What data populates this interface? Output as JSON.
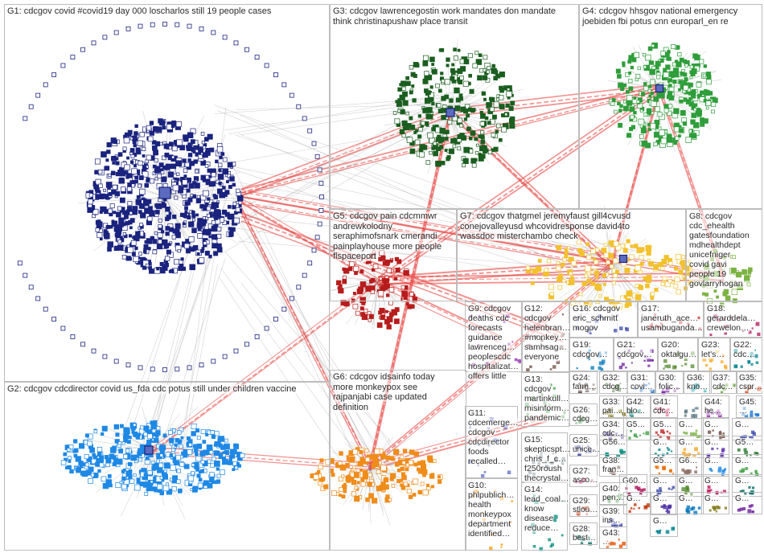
{
  "groups": [
    {
      "id": "G1",
      "label": "G1: cdcgov covid #covid19 day 000 loscharlos still 19 people cases",
      "color": "#1a237e"
    },
    {
      "id": "G2",
      "label": "G2: cdcgov cdcdirector covid us_fda cdc potus still under children vaccine",
      "color": "#1e88e5"
    },
    {
      "id": "G3",
      "label": "G3: cdcgov lawrencegostin work mandates don mandate think christinapushaw place transit",
      "color": "#1b5e20"
    },
    {
      "id": "G4",
      "label": "G4: cdcgov hhsgov national emergency joebiden fbi potus cnn europarl_en re",
      "color": "#2e9e3a"
    },
    {
      "id": "G5",
      "label": "G5: cdcgov pain cdcmmwr andrewkolodny seraphimofsnark cmerandi painplayhouse more people flspaceport",
      "color": "#b71c1c"
    },
    {
      "id": "G6",
      "label": "G6: cdcgov idsainfo today more monkeypox see rajpanjabi case updated definition",
      "color": "#ef8c1a"
    },
    {
      "id": "G7",
      "label": "G7: cdcgov thatgmel jeremyfaust gill4cvusd conejovalleyusd whcovidresponse david4to wassdoc misterchambo check",
      "color": "#f2c12e"
    },
    {
      "id": "G8",
      "label": "G8: cdcgov cdc_ehealth gatesfoundation mdhealthdept unicefniger covid gavi people 19 govlarryhogan",
      "color": "#7cb342"
    },
    {
      "id": "G9",
      "label": "G9: cdcgov deaths cdc forecasts guidance lawrenceg… peoplescdc hospitalizat… offers little",
      "color": "#8e24aa"
    },
    {
      "id": "G10",
      "label": "G10: phlpublich… health monkeypox department identified…",
      "color": "#ff9800"
    },
    {
      "id": "G11",
      "label": "G11: cdcemerge… cdcgov cdcdirector foods recalled…",
      "color": "#5c6bc0"
    },
    {
      "id": "G12",
      "label": "G12: cdcgov helenbran… #monkey… samhsag… everyone",
      "color": "#6d4c41"
    },
    {
      "id": "G13",
      "label": "G13: cdcgov martinkull… misinform… pandemic…",
      "color": "#43a047"
    },
    {
      "id": "G14",
      "label": "G14: lead_coal… know disease reduce…",
      "color": "#00897b"
    },
    {
      "id": "G15",
      "label": "G15: skepticspt… chris_f_c… f250roush thecrystal…",
      "color": "#546e7a"
    },
    {
      "id": "G16",
      "label": "G16: cdcgov eric_schmitt mogov",
      "color": "#3949ab"
    },
    {
      "id": "G17",
      "label": "G17: janeruth_ace… usambuganda…",
      "color": "#c62828"
    },
    {
      "id": "G18",
      "label": "G18: gerarddela… crewelon…",
      "color": "#ad1457"
    },
    {
      "id": "G19",
      "label": "G19: cdcgov…",
      "color": "#0277bd"
    },
    {
      "id": "G20",
      "label": "G20: oktalgu…",
      "color": "#558b2f"
    },
    {
      "id": "G21",
      "label": "G21: cdcgov…",
      "color": "#6a1b9a"
    },
    {
      "id": "G22",
      "label": "G22: cdc…",
      "color": "#00838f"
    },
    {
      "id": "G23",
      "label": "G23: let's…",
      "color": "#f9a825"
    },
    {
      "id": "G24",
      "label": "G24: farm…",
      "color": "#4e342e"
    },
    {
      "id": "G25",
      "label": "G25: unice…",
      "color": "#283593"
    },
    {
      "id": "G26",
      "label": "G26: cdcg…",
      "color": "#2e7d32"
    },
    {
      "id": "G27",
      "label": "G27: asco…",
      "color": "#c2185b"
    },
    {
      "id": "G28",
      "label": "G28: best…",
      "color": "#00695c"
    },
    {
      "id": "G29",
      "label": "G29: stlou…",
      "color": "#bf360c"
    },
    {
      "id": "G30",
      "label": "G30: folic…",
      "color": "#7b1fa2"
    },
    {
      "id": "G31",
      "label": "G31: covi…",
      "color": "#1565c0"
    },
    {
      "id": "G32",
      "label": "G32: cdcg…",
      "color": "#33691e"
    },
    {
      "id": "G33",
      "label": "G33: pai…",
      "color": "#827717"
    },
    {
      "id": "G34",
      "label": "G34: cdc…",
      "color": "#4527a0"
    },
    {
      "id": "G35",
      "label": "G35: cspr…",
      "color": "#d84315"
    },
    {
      "id": "G36",
      "label": "G36: kno…",
      "color": "#0097a7"
    },
    {
      "id": "G37",
      "label": "G37: cdc…",
      "color": "#689f38"
    },
    {
      "id": "G38",
      "label": "G38: fran…",
      "color": "#5d4037"
    },
    {
      "id": "G39",
      "label": "G39: ins…",
      "color": "#303f9f"
    },
    {
      "id": "G40",
      "label": "G40: pen…",
      "color": "#388e3c"
    },
    {
      "id": "G41",
      "label": "G41: cdc…",
      "color": "#d81b60"
    },
    {
      "id": "G42",
      "label": "G42: blo…",
      "color": "#00796b"
    },
    {
      "id": "G43",
      "label": "G43: …",
      "color": "#e65100"
    },
    {
      "id": "G44",
      "label": "G44: he…",
      "color": "#8e24aa"
    },
    {
      "id": "G45",
      "label": "G45: …",
      "color": "#1976d2"
    },
    {
      "id": "G46",
      "label": "G…",
      "color": "#7cb342"
    },
    {
      "id": "G47",
      "label": "G…",
      "color": "#6d4c41"
    },
    {
      "id": "G48",
      "label": "G…",
      "color": "#3f51b5"
    },
    {
      "id": "G49",
      "label": "G5…",
      "color": "#43a047"
    },
    {
      "id": "G50",
      "label": "G5…",
      "color": "#c62828"
    },
    {
      "id": "G51",
      "label": "G…",
      "color": "#00838f"
    },
    {
      "id": "G52",
      "label": "G…",
      "color": "#f9a825"
    },
    {
      "id": "G53",
      "label": "G…",
      "color": "#5e35b1"
    },
    {
      "id": "G54",
      "label": "G5…",
      "color": "#2e7d32"
    },
    {
      "id": "G55",
      "label": "G5…",
      "color": "#ef6c00"
    },
    {
      "id": "G56",
      "label": "G56…",
      "color": "#00897b"
    },
    {
      "id": "G57",
      "label": "G6…",
      "color": "#8d6e63"
    },
    {
      "id": "G58",
      "label": "G…",
      "color": "#1e88e5"
    },
    {
      "id": "G59",
      "label": "G…",
      "color": "#43a047"
    },
    {
      "id": "G60",
      "label": "G60…",
      "color": "#ad1457"
    },
    {
      "id": "G61",
      "label": "G…",
      "color": "#3949ab"
    },
    {
      "id": "G62",
      "label": "G…",
      "color": "#558b2f"
    },
    {
      "id": "G63",
      "label": "G…",
      "color": "#c2185b"
    },
    {
      "id": "G64",
      "label": "G…",
      "color": "#00695c"
    },
    {
      "id": "G65",
      "label": "G…",
      "color": "#bf360c"
    },
    {
      "id": "G66",
      "label": "G…",
      "color": "#4527a0"
    },
    {
      "id": "G67",
      "label": "G…",
      "color": "#0277bd"
    },
    {
      "id": "G68",
      "label": "G…",
      "color": "#827717"
    },
    {
      "id": "G69",
      "label": "G…",
      "color": "#6a1b9a"
    },
    {
      "id": "G70",
      "label": "G…",
      "color": "#00838f"
    }
  ],
  "edge_colors": {
    "intra": "#9e9e9e",
    "cross": "#e53935"
  },
  "background": "#ffffff"
}
